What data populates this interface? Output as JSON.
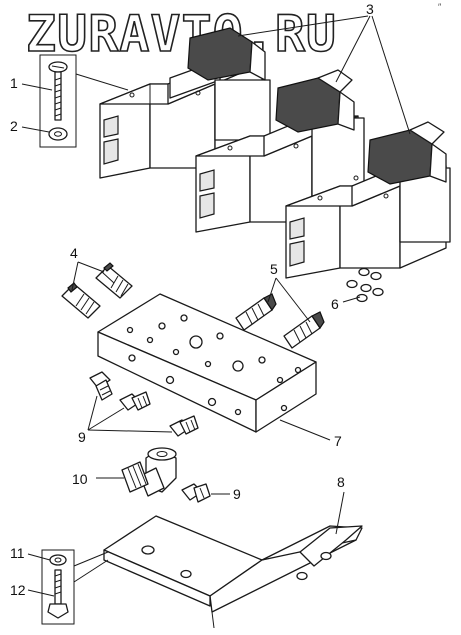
{
  "watermark": {
    "text": "ZURAVTO.RU"
  },
  "corner_mark": "″",
  "callouts": {
    "c1": "1",
    "c2": "2",
    "c3": "3",
    "c4": "4",
    "c5": "5",
    "c6": "6",
    "c7": "7",
    "c8": "8",
    "c9a": "9",
    "c9b": "9",
    "c10": "10",
    "c11": "11",
    "c12": "12"
  },
  "colors": {
    "line": "#1a1a1a",
    "solenoid": "#4a4a4a",
    "background": "#ffffff"
  },
  "icons": {
    "solenoid_valve": "solenoid-valve-icon",
    "bolt": "bolt-icon",
    "washer": "washer-icon",
    "nipple": "threaded-nipple-icon",
    "plug": "plug-icon",
    "manifold": "manifold-block-icon",
    "elbow": "elbow-fitting-icon",
    "bracket": "bracket-icon",
    "oring": "o-ring-icon"
  }
}
